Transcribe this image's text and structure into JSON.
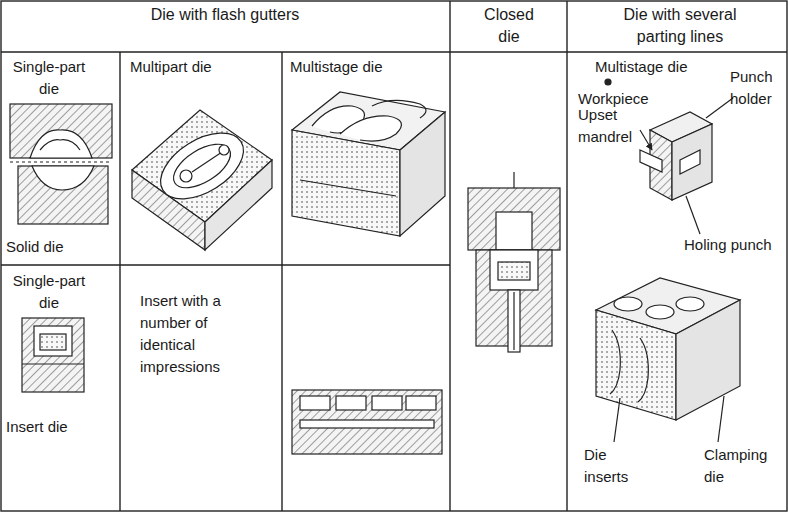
{
  "diagram": {
    "labels": [
      "Die with flash gutters",
      "Closed die",
      "Die with several parting lines",
      "Single-part die",
      "Multipart die",
      "Multistage die",
      "Solid die",
      "Multistage die",
      "Workpiece",
      "Punch holder",
      "Upset mandrel",
      "Holing punch",
      "Single-part die",
      "Insert with a number of identical impressions",
      "Insert die",
      "Die inserts",
      "Clamping die"
    ]
  }
}
